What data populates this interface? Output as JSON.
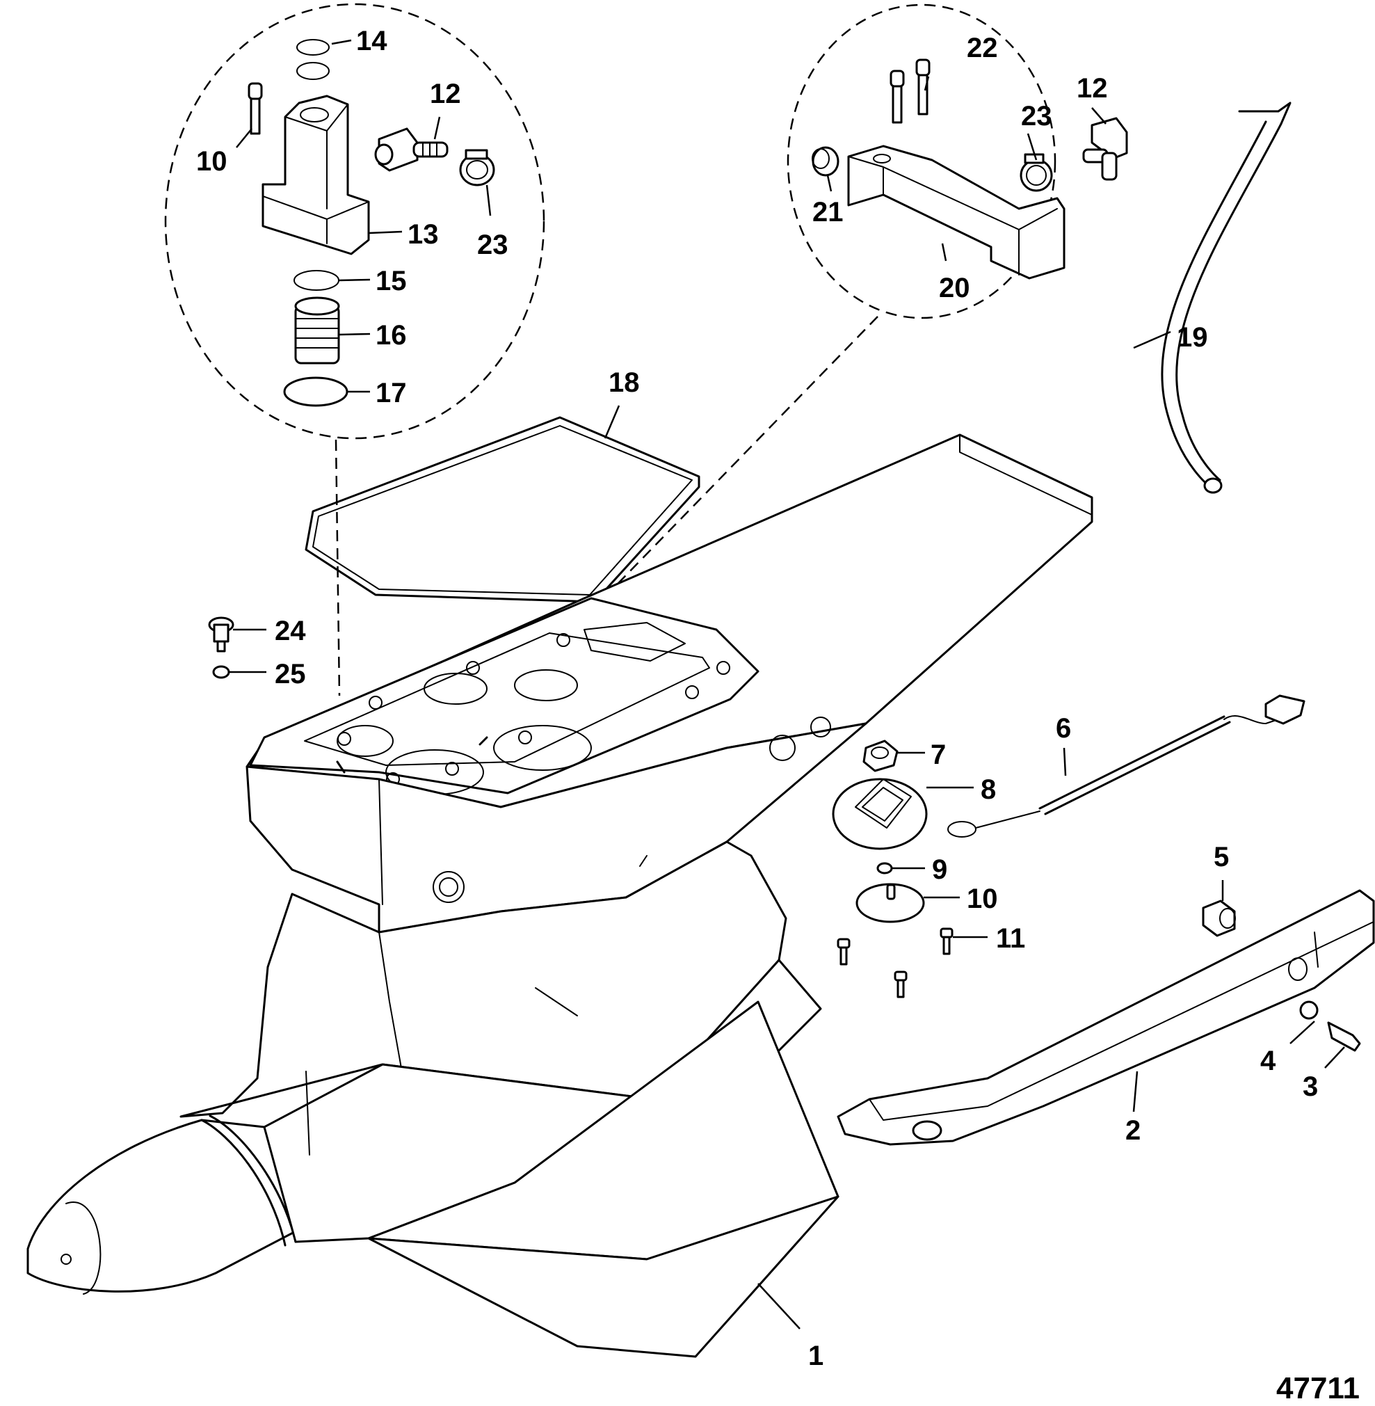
{
  "diagram": {
    "figure_number": "47711",
    "callouts": [
      "1",
      "2",
      "3",
      "4",
      "5",
      "6",
      "7",
      "8",
      "9",
      "10",
      "11",
      "12",
      "13",
      "14",
      "15",
      "16",
      "17",
      "18",
      "19",
      "20",
      "21",
      "22",
      "23",
      "24",
      "25"
    ],
    "detail_callouts": {
      "left_detail": [
        "10",
        "12",
        "13",
        "14",
        "15",
        "16",
        "17",
        "23"
      ],
      "right_detail": [
        "12",
        "20",
        "21",
        "22",
        "23"
      ]
    }
  }
}
